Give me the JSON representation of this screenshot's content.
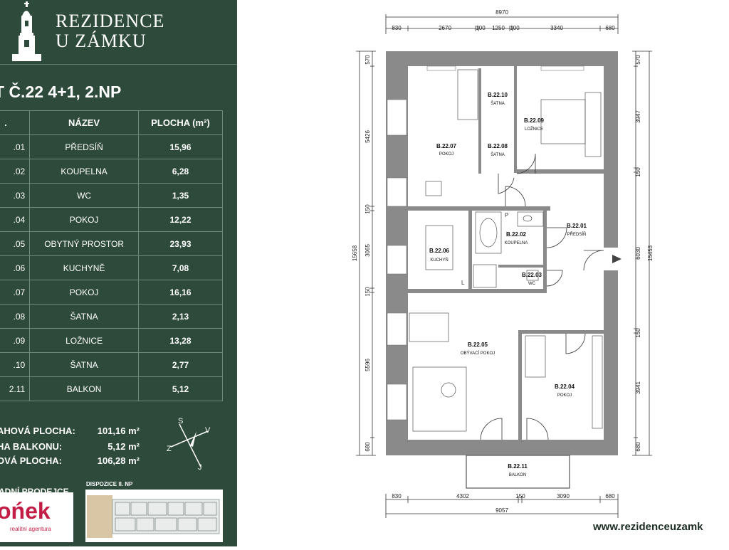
{
  "brand": {
    "line1": "REZIDENCE",
    "line2": "U ZÁMKU"
  },
  "unit": {
    "heading": "T Č.22 4+1, 2.NP"
  },
  "table": {
    "headers": [
      ".",
      "NÁZEV",
      "PLOCHA (m²)"
    ],
    "rows": [
      {
        "num": ".01",
        "name": "PŘEDSÍŇ",
        "area": "15,96"
      },
      {
        "num": ".02",
        "name": "KOUPELNA",
        "area": "6,28"
      },
      {
        "num": ".03",
        "name": "WC",
        "area": "1,35"
      },
      {
        "num": ".04",
        "name": "POKOJ",
        "area": "12,22"
      },
      {
        "num": ".05",
        "name": "OBYTNÝ PROSTOR",
        "area": "23,93"
      },
      {
        "num": ".06",
        "name": "KUCHYNĚ",
        "area": "7,08"
      },
      {
        "num": ".07",
        "name": "POKOJ",
        "area": "16,16"
      },
      {
        "num": ".08",
        "name": "ŠATNA",
        "area": "2,13"
      },
      {
        "num": ".09",
        "name": "LOŽNICE",
        "area": "13,28"
      },
      {
        "num": ".10",
        "name": "ŠATNA",
        "area": "2,77"
      },
      {
        "num": "2.11",
        "name": "BALKON",
        "area": "5,12"
      }
    ]
  },
  "summary": [
    {
      "label": "AHOVÁ PLOCHA:",
      "value": "101,16 m²"
    },
    {
      "label": "HA BALKONU:",
      "value": "5,12 m²"
    },
    {
      "label": "OVÁ PLOCHA:",
      "value": "106,28 m²"
    }
  ],
  "compass": {
    "s": "S",
    "v": "V",
    "z": "Z",
    "j": "J"
  },
  "contact": {
    "label": "ADNÍ PRODEJCE",
    "logo": "ońek",
    "logo_sub": "realitní agentura"
  },
  "dispo": {
    "label": "DISPOZICE II. NP"
  },
  "website": "www.rezidenceuzamk",
  "plan": {
    "dims_top": [
      "8970",
      "830",
      "2670",
      "100",
      "1250",
      "100",
      "3340",
      "680"
    ],
    "dims_bottom": [
      "830",
      "4302",
      "150",
      "3090",
      "680",
      "9057"
    ],
    "dims_left": [
      "570",
      "5426",
      "150",
      "3065",
      "150",
      "5596",
      "680",
      "15658"
    ],
    "dims_right": [
      "570",
      "3947",
      "150",
      "6030",
      "150",
      "3941",
      "680",
      "15453"
    ],
    "rooms": [
      {
        "code": "B.22.07",
        "name": "POKOJ"
      },
      {
        "code": "B.22.10",
        "name": "ŠATNA"
      },
      {
        "code": "B.22.08",
        "name": "ŠATNA"
      },
      {
        "code": "B.22.09",
        "name": "LOŽNICE"
      },
      {
        "code": "B.22.02",
        "name": "KOUPELNA"
      },
      {
        "code": "B.22.06",
        "name": "KUCHYŇ"
      },
      {
        "code": "B.22.01",
        "name": "PŘEDSÍŇ"
      },
      {
        "code": "B.22.03",
        "name": "WC"
      },
      {
        "code": "B.22.05",
        "name": "OBÝVACÍ POKOJ"
      },
      {
        "code": "B.22.04",
        "name": "POKOJ"
      },
      {
        "code": "B.22.11",
        "name": "BALKON"
      }
    ],
    "fixture_letters": {
      "p": "P",
      "l": "L"
    }
  },
  "colors": {
    "panel": "#2d4a3a",
    "wall": "#8a8a8a",
    "accent": "#c21e45"
  }
}
